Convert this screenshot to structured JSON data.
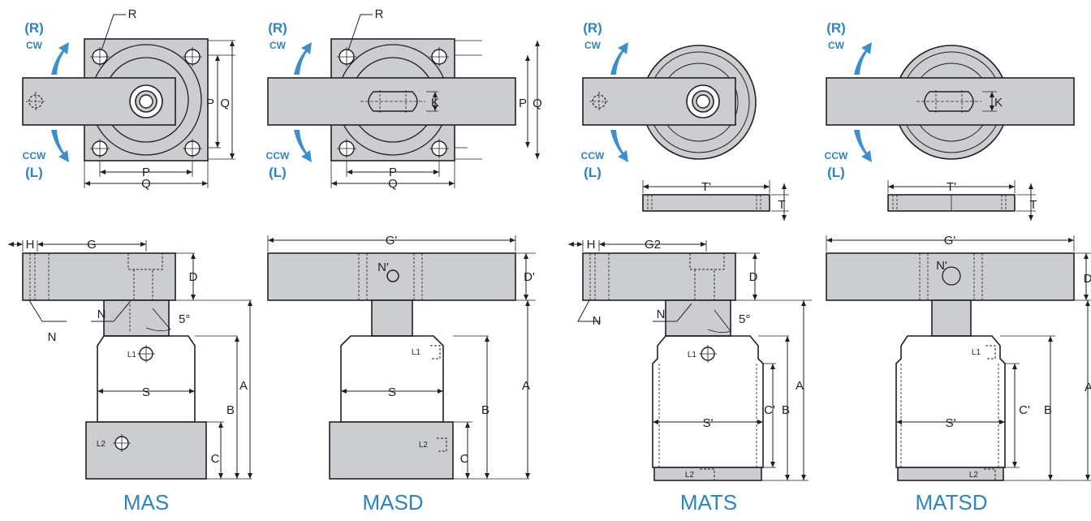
{
  "colors": {
    "part_fill": "#cbcdd1",
    "part_stroke": "#231f20",
    "dim_line": "#231f20",
    "accent_blue": "#2a84c6",
    "arrow_blue": "#3b8fd0"
  },
  "rotation": {
    "cw_letter": "(R)",
    "cw_label": "CW",
    "ccw_letter": "(L)",
    "ccw_label": "CCW"
  },
  "dims": {
    "R": "R",
    "P": "P",
    "Q": "Q",
    "K": "K",
    "T": "T",
    "T_prime": "T'",
    "H": "H",
    "G": "G",
    "G_prime": "G'",
    "G2": "G2",
    "D": "D",
    "D_prime": "D'",
    "N": "N",
    "N_prime": "N'",
    "angle": "5°",
    "A": "A",
    "B": "B",
    "C": "C",
    "C_prime": "C'",
    "S": "S",
    "S_prime": "S'",
    "L1": "L1",
    "L2": "L2"
  },
  "models": [
    {
      "name": "MAS"
    },
    {
      "name": "MASD"
    },
    {
      "name": "MATS"
    },
    {
      "name": "MATSD"
    }
  ]
}
